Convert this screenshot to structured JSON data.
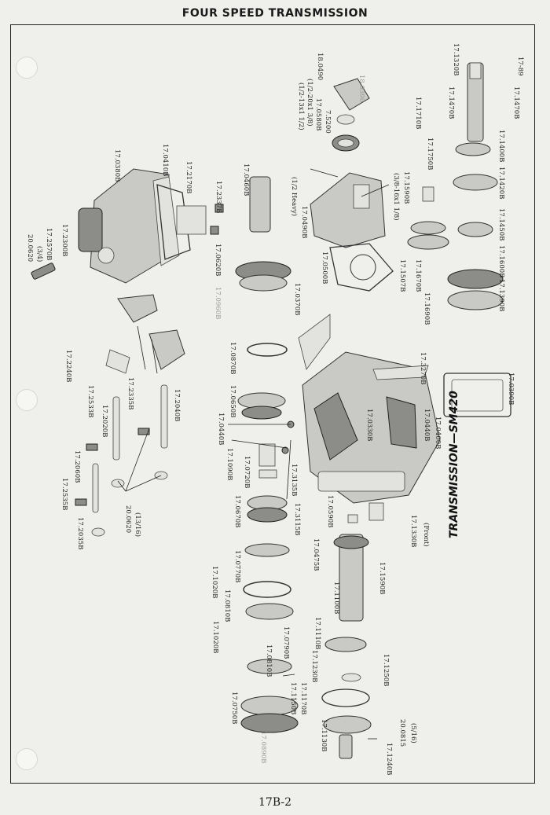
{
  "header": {
    "title": "FOUR SPEED TRANSMISSION"
  },
  "footer": {
    "page_number": "17B-2"
  },
  "diagram": {
    "model_label": "TRANSMISSION—SM420",
    "labels": [
      {
        "id": "l01",
        "text": "(1/2-20x1 3/8)"
      },
      {
        "id": "l02",
        "text": "18.0490"
      },
      {
        "id": "l03",
        "text": "18.0390"
      },
      {
        "id": "l04",
        "text": "17.1320B"
      },
      {
        "id": "l05",
        "text": "17-89"
      },
      {
        "id": "l06",
        "text": "17.1470B"
      },
      {
        "id": "l07",
        "text": "17.1470B"
      },
      {
        "id": "l08",
        "text": "7.5200"
      },
      {
        "id": "l09",
        "text": "17.0580B"
      },
      {
        "id": "l10",
        "text": "(1/2-13x1 1/2)"
      },
      {
        "id": "l11",
        "text": "17.1710B"
      },
      {
        "id": "l12",
        "text": "17.1400B"
      },
      {
        "id": "l13",
        "text": "17.1420B"
      },
      {
        "id": "l14",
        "text": "17.1450B"
      },
      {
        "id": "l15",
        "text": "17.0380B"
      },
      {
        "id": "l16",
        "text": "17.0410B"
      },
      {
        "id": "l17",
        "text": "17.2170B"
      },
      {
        "id": "l18",
        "text": "17.2337B"
      },
      {
        "id": "l19",
        "text": "17.0460B"
      },
      {
        "id": "l20",
        "text": "(1/2 Heavy)"
      },
      {
        "id": "l21",
        "text": "(3/8-16x1 1/8)"
      },
      {
        "id": "l22",
        "text": "17.1750B"
      },
      {
        "id": "l23",
        "text": "17.1590B"
      },
      {
        "id": "l24",
        "text": "17.1600B"
      },
      {
        "id": "l25",
        "text": "17.1390B"
      },
      {
        "id": "l26",
        "text": "20.0620"
      },
      {
        "id": "l27",
        "text": "(3/4)"
      },
      {
        "id": "l28",
        "text": "17.2570B"
      },
      {
        "id": "l29",
        "text": "17.2300B"
      },
      {
        "id": "l30",
        "text": "17.0490B"
      },
      {
        "id": "l31",
        "text": "17.0500B"
      },
      {
        "id": "l32",
        "text": "17.1507B"
      },
      {
        "id": "l33",
        "text": "17.1670B"
      },
      {
        "id": "l34",
        "text": "17.1690B"
      },
      {
        "id": "l35",
        "text": "17.0620B"
      },
      {
        "id": "l36",
        "text": "17.0370B"
      },
      {
        "id": "l37",
        "text": "17.3270B"
      },
      {
        "id": "l38",
        "text": "17.0440B"
      },
      {
        "id": "l39",
        "text": "17.0400B"
      },
      {
        "id": "l40",
        "text": "17.0390B"
      },
      {
        "id": "l41",
        "text": "17.2240B"
      },
      {
        "id": "l42",
        "text": "17.2533B"
      },
      {
        "id": "l43",
        "text": "17.2020B"
      },
      {
        "id": "l44",
        "text": "17.2335B"
      },
      {
        "id": "l45",
        "text": "17.2040B"
      },
      {
        "id": "l46",
        "text": "17.0870B"
      },
      {
        "id": "l47",
        "text": "17.0650B"
      },
      {
        "id": "l48",
        "text": "17.0440B"
      },
      {
        "id": "l49",
        "text": "17.2060B"
      },
      {
        "id": "l50",
        "text": "17.2535B"
      },
      {
        "id": "l51",
        "text": "17.2035B"
      },
      {
        "id": "l52",
        "text": "20.0620"
      },
      {
        "id": "l53",
        "text": "(13/16)"
      },
      {
        "id": "l54",
        "text": "17.1090B"
      },
      {
        "id": "l55",
        "text": "17.0720B"
      },
      {
        "id": "l56",
        "text": "17.3135B"
      },
      {
        "id": "l57",
        "text": "17.0330B"
      },
      {
        "id": "l58",
        "text": "17.0670B"
      },
      {
        "id": "l59",
        "text": "17.3115B"
      },
      {
        "id": "l60",
        "text": "17.0590B"
      },
      {
        "id": "l61",
        "text": "17.0475B"
      },
      {
        "id": "l62",
        "text": "17.1330B"
      },
      {
        "id": "l63",
        "text": "(Front)"
      },
      {
        "id": "l64",
        "text": "17.1020B"
      },
      {
        "id": "l65",
        "text": "17.0770B"
      },
      {
        "id": "l66",
        "text": "17.0810B"
      },
      {
        "id": "l67",
        "text": "17.1100B"
      },
      {
        "id": "l68",
        "text": "17.1590B"
      },
      {
        "id": "l69",
        "text": "17.1020B"
      },
      {
        "id": "l70",
        "text": "17.0790B"
      },
      {
        "id": "l71",
        "text": "17.1110B"
      },
      {
        "id": "l72",
        "text": "17.1230B"
      },
      {
        "id": "l73",
        "text": "17.1250B"
      },
      {
        "id": "l74",
        "text": "17.0750B"
      },
      {
        "id": "l75",
        "text": "17.1150B"
      },
      {
        "id": "l76",
        "text": "17.1170B"
      },
      {
        "id": "l77",
        "text": "17.0890B"
      },
      {
        "id": "l78",
        "text": "17.1130B"
      },
      {
        "id": "l79",
        "text": "20.0815"
      },
      {
        "id": "l80",
        "text": "(5/16)"
      },
      {
        "id": "l81",
        "text": "17.1240B"
      },
      {
        "id": "l82",
        "text": "17.0960B"
      },
      {
        "id": "l83",
        "text": "17.0810B"
      }
    ]
  }
}
